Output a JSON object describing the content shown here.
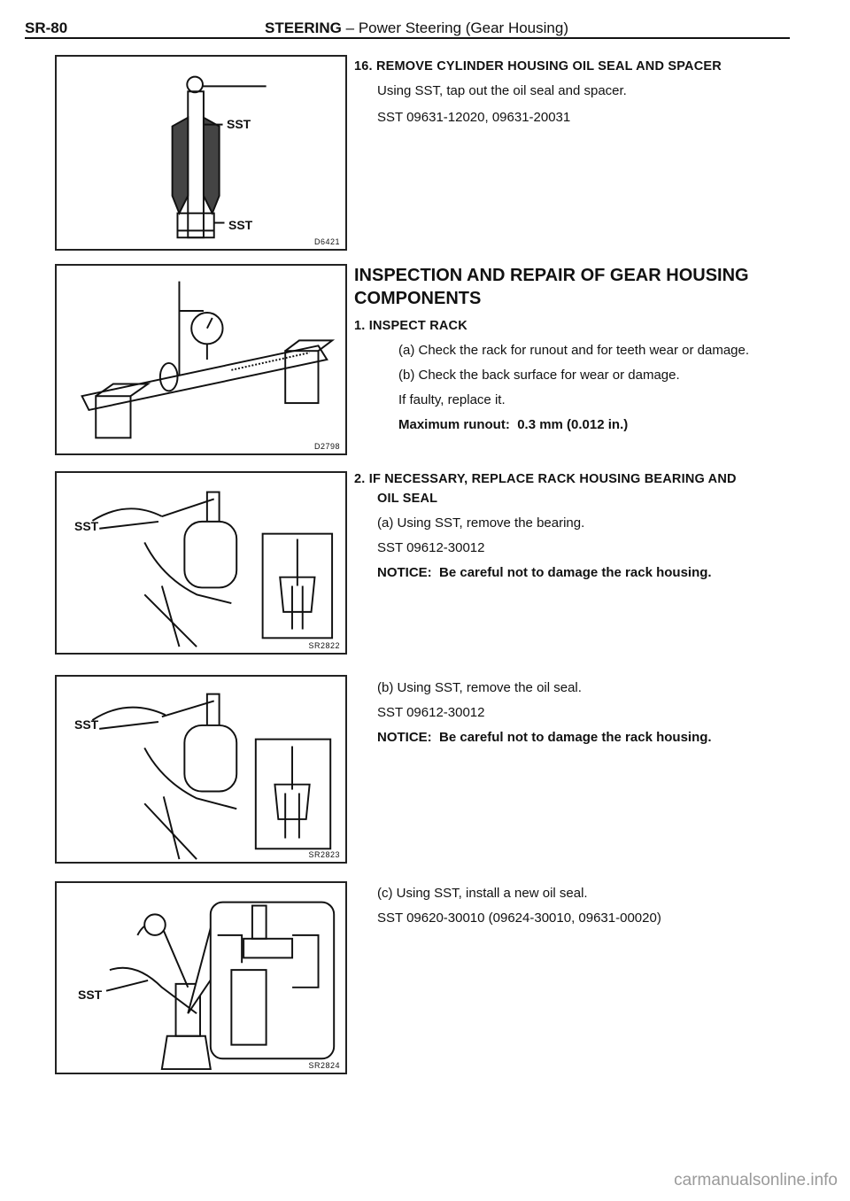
{
  "header": {
    "page_code": "SR-80",
    "section": "STEERING",
    "dash": " – ",
    "subsection": "Power Steering (Gear Housing)"
  },
  "figures": [
    {
      "code": "D6421",
      "labels": [
        "SST",
        "SST"
      ]
    },
    {
      "code": "D2798"
    },
    {
      "code": "SR2822",
      "labels": [
        "SST"
      ]
    },
    {
      "code": "SR2823",
      "labels": [
        "SST"
      ]
    },
    {
      "code": "SR2824",
      "labels": [
        "SST"
      ]
    }
  ],
  "step16": {
    "title": "16.  REMOVE CYLINDER HOUSING OIL SEAL AND SPACER",
    "line1": "Using SST, tap out the oil seal and spacer.",
    "line2": "SST 09631-12020, 09631-20031"
  },
  "inspection": {
    "title_line1": "INSPECTION AND REPAIR OF GEAR HOUSING",
    "title_line2": "COMPONENTS",
    "step1": {
      "title": "1.   INSPECT RACK",
      "a": "(a)  Check the rack for runout and for teeth wear or damage.",
      "b": "(b)  Check the back surface for wear or damage.",
      "faulty": "If faulty, replace it.",
      "spec_label": "Maximum runout:",
      "spec_value": "0.3 mm (0.012 in.)"
    },
    "step2": {
      "title_line1": "2.   IF NECESSARY, REPLACE RACK HOUSING BEARING AND",
      "title_line2": "OIL SEAL",
      "a": "(a)  Using SST, remove the bearing.",
      "a_sst": "SST 09612-30012",
      "a_notice_label": "NOTICE:",
      "a_notice_text": "Be careful not to damage the rack housing.",
      "b": "(b)  Using SST, remove the oil seal.",
      "b_sst": "SST 09612-30012",
      "b_notice_label": "NOTICE:",
      "b_notice_text": "Be careful not to damage the rack housing.",
      "c": "(c)  Using SST, install a new oil seal.",
      "c_sst": "SST 09620-30010 (09624-30010, 09631-00020)"
    }
  },
  "watermark": "carmanualsonline.info"
}
